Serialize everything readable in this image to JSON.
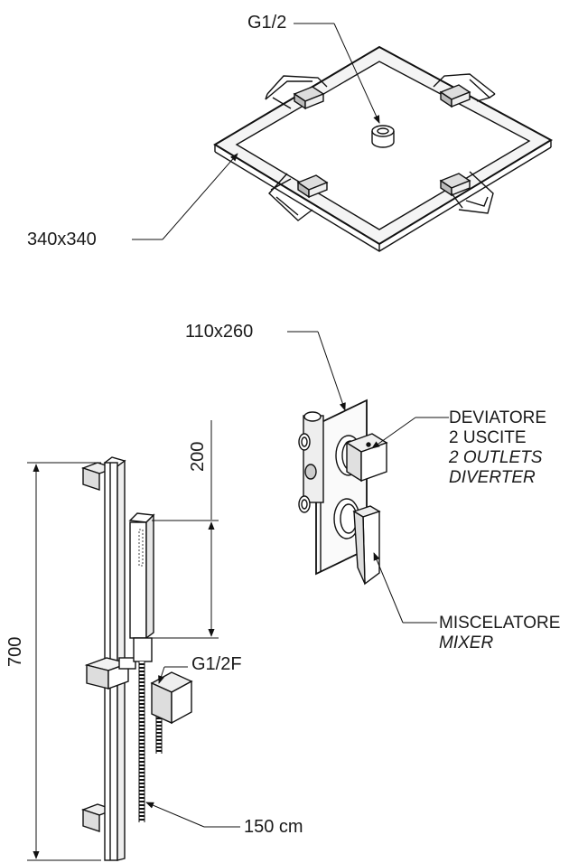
{
  "labels": {
    "head_connection": "G1/2",
    "head_size": "340x340",
    "plate_size": "110x260",
    "diverter": {
      "it_1": "DEVIATORE",
      "it_2": "2 USCITE",
      "en_1": "2 OUTLETS",
      "en_2": "DIVERTER"
    },
    "mixer": {
      "it": "MISCELATORE",
      "en": "MIXER"
    },
    "handshower_connection": "G1/2F",
    "hose_length": "150 cm",
    "dim_200": "200",
    "dim_700": "700"
  }
}
